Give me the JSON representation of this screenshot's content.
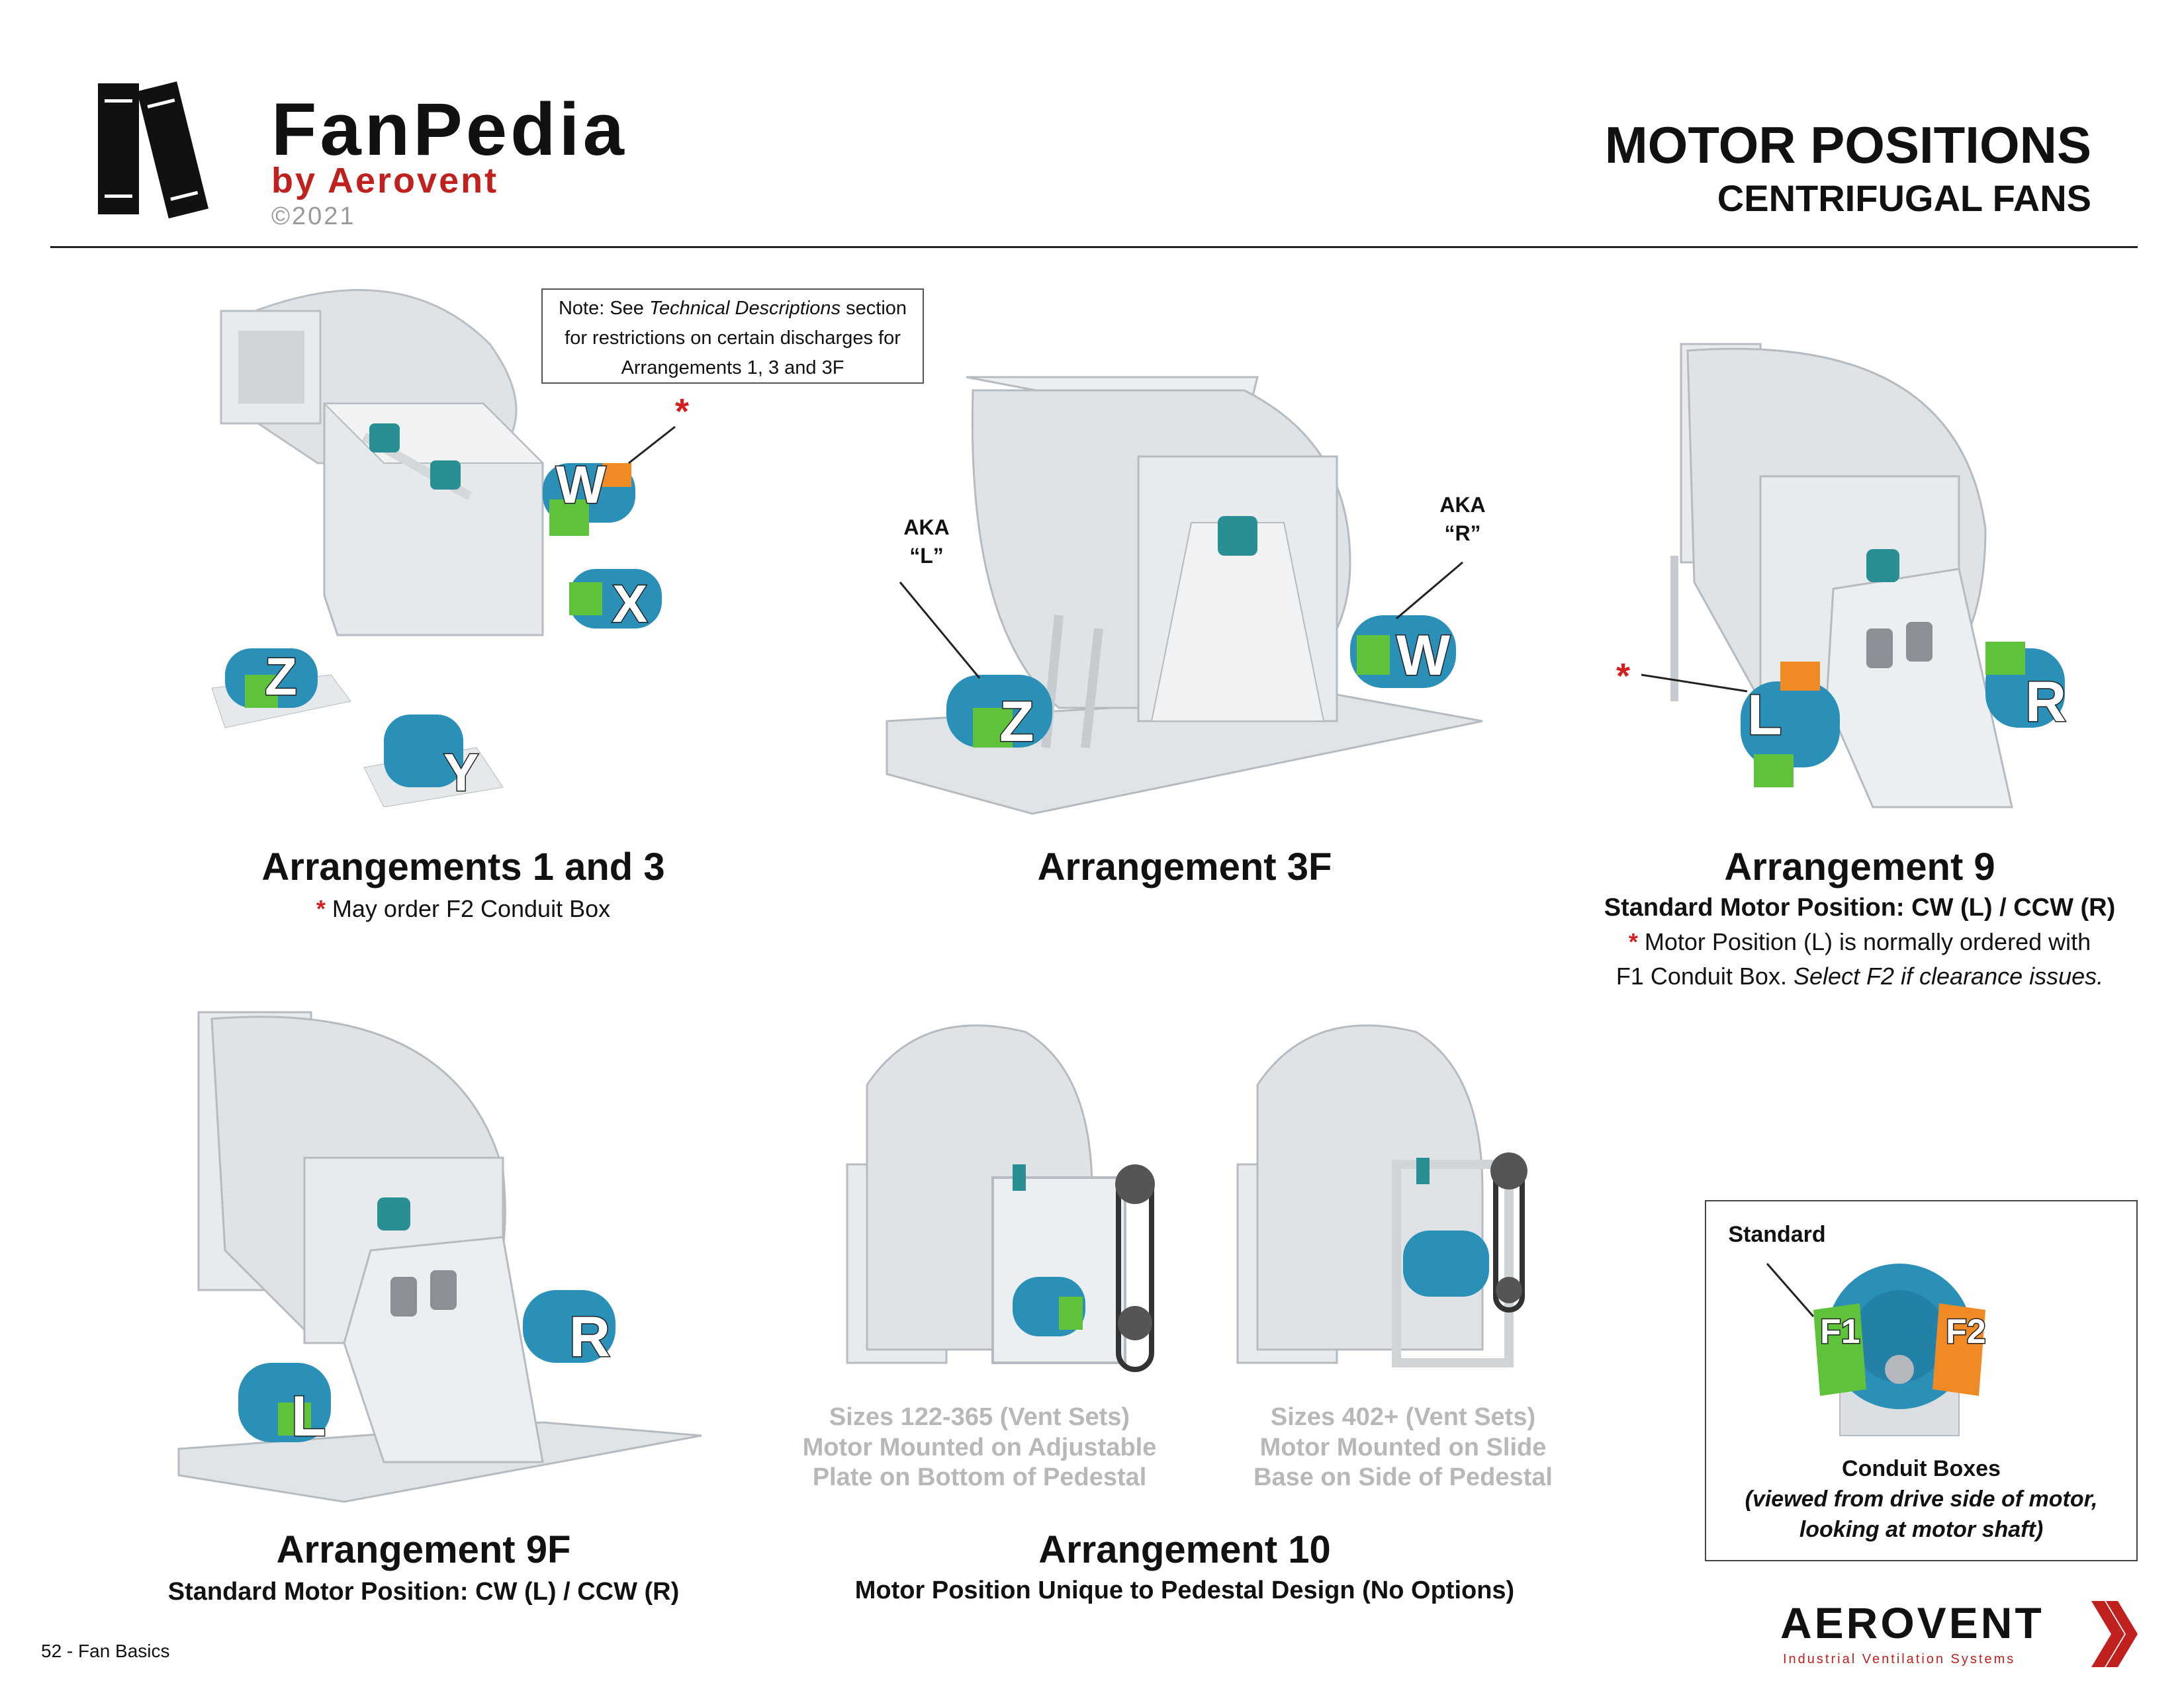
{
  "header": {
    "brand": "FanPedia",
    "brand_by": "by Aerovent",
    "copyright": "©2021",
    "title": "MOTOR POSITIONS",
    "subtitle": "CENTRIFUGAL FANS"
  },
  "note": {
    "line1_prefix": "Note: See ",
    "line1_italic": "Technical Descriptions",
    "line1_suffix": " section",
    "line2": "for restrictions on certain discharges for",
    "line3": "Arrangements 1, 3 and 3F"
  },
  "arr13": {
    "title": "Arrangements 1 and 3",
    "note_star": "*",
    "note": "May order F2 Conduit Box",
    "motors": [
      "W",
      "X",
      "Z",
      "Y"
    ],
    "asterisk": "*"
  },
  "arr3f": {
    "title": "Arrangement 3F",
    "aka_left_1": "AKA",
    "aka_left_2": "“L”",
    "aka_right_1": "AKA",
    "aka_right_2": "“R”",
    "motors": [
      "Z",
      "W"
    ]
  },
  "arr9": {
    "title": "Arrangement 9",
    "sub": "Standard Motor Position: CW (L) / CCW (R)",
    "note_star": "*",
    "note_line1": "Motor Position (L) is normally ordered with",
    "note_line2_plain": "F1 Conduit Box. ",
    "note_line2_italic": "Select F2 if clearance issues.",
    "motors": [
      "L",
      "R"
    ],
    "asterisk": "*"
  },
  "arr9f": {
    "title": "Arrangement 9F",
    "sub": "Standard Motor Position: CW (L) / CCW (R)",
    "motors": [
      "L",
      "R"
    ]
  },
  "arr10": {
    "title": "Arrangement 10",
    "sub": "Motor Position Unique to Pedestal Design (No Options)",
    "left_caption_1": "Sizes 122-365 (Vent Sets)",
    "left_caption_2": "Motor Mounted on Adjustable",
    "left_caption_3": "Plate on Bottom of Pedestal",
    "right_caption_1": "Sizes 402+ (Vent Sets)",
    "right_caption_2": "Motor Mounted on Slide",
    "right_caption_3": "Base on Side of Pedestal"
  },
  "conduit": {
    "standard_label": "Standard",
    "f1": "F1",
    "f2": "F2",
    "title": "Conduit Boxes",
    "desc_1": "(viewed from drive side of motor,",
    "desc_2": "looking at motor shaft)"
  },
  "footer": {
    "page": "52 - Fan Basics",
    "logo": "AEROVENT",
    "logo_tagline": "Industrial Ventilation Systems"
  },
  "colors": {
    "motor_blue": "#2a90b8",
    "conduit_green": "#5ec23a",
    "conduit_orange": "#f08a24",
    "accent_red": "#c0201e",
    "housing_grey": "#dfe3e6"
  }
}
